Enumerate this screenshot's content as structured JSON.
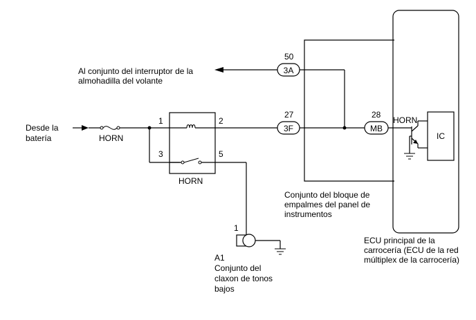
{
  "labels": {
    "battery_line1": "Desde la",
    "battery_line2": "batería",
    "fuse_name": "HORN",
    "relay_name": "HORN",
    "relay_pin1": "1",
    "relay_pin2": "2",
    "relay_pin3": "3",
    "relay_pin5": "5",
    "to_switch_line1": "Al conjunto del interruptor de la",
    "to_switch_line2": "almohadilla del volante",
    "conn_3a_pin": "50",
    "conn_3a": "3A",
    "conn_3f_pin": "27",
    "conn_3f": "3F",
    "conn_mb_pin": "28",
    "conn_mb": "MB",
    "junction_line1": "Conjunto del bloque de",
    "junction_line2": "empalmes del panel de",
    "junction_line3": "instrumentos",
    "ecu_horn": "HORN",
    "ecu_ic": "IC",
    "ecu_line1": "ECU principal de la",
    "ecu_line2": "carrocería (ECU de la red",
    "ecu_line3": "múltiplex de la carrocería)",
    "horn_pin": "1",
    "horn_code": "A1",
    "horn_line1": "Conjunto del",
    "horn_line2": "claxon de tonos",
    "horn_line3": "bajos"
  }
}
